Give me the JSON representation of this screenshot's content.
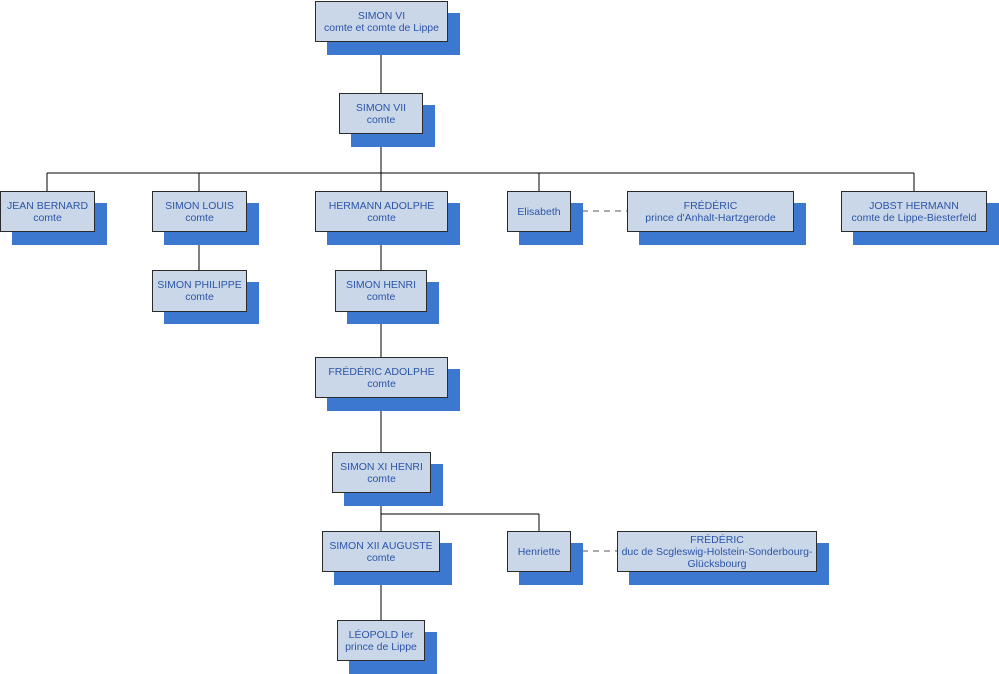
{
  "colors": {
    "box_fill": "#c9d7e9",
    "box_border": "#2b2b2b",
    "shadow": "#3d78d0",
    "text": "#2c55a8",
    "line": "#000000",
    "marriage_line": "#555555"
  },
  "nodes": {
    "simon6": {
      "name": "SIMON VI",
      "title": "comte et comte de Lippe"
    },
    "simon7": {
      "name": "SIMON VII",
      "title": "comte"
    },
    "jean": {
      "name": "JEAN BERNARD",
      "title": "comte"
    },
    "simonlouis": {
      "name": "SIMON LOUIS",
      "title": "comte"
    },
    "hermann": {
      "name": "HERMANN ADOLPHE",
      "title": "comte"
    },
    "elisabeth": {
      "name": "Elisabeth"
    },
    "frederic_a": {
      "name": "FRÉDÉRIC",
      "title": "prince d'Anhalt-Hartzgerode"
    },
    "jobst": {
      "name": "JOBST HERMANN",
      "title": "comte de Lippe-Biesterfeld"
    },
    "simonphil": {
      "name": "SIMON PHILIPPE",
      "title": "comte"
    },
    "simonhenri": {
      "name": "SIMON HENRI",
      "title": "comte"
    },
    "fredadolphe": {
      "name": "FRÉDÉRIC ADOLPHE",
      "title": "comte"
    },
    "simon11": {
      "name": "SIMON XI HENRI",
      "title": "comte"
    },
    "simon12": {
      "name": "SIMON XII AUGUSTE",
      "title": "comte"
    },
    "henriette": {
      "name": "Henriette"
    },
    "frederic_d": {
      "name": "FRÉDÉRIC",
      "title": "duc de Scgleswig-Holstein-Sonderbourg-",
      "title2": "Glücksbourg"
    },
    "leopold": {
      "name": "LÉOPOLD Ier",
      "title": "prince de Lippe"
    }
  }
}
